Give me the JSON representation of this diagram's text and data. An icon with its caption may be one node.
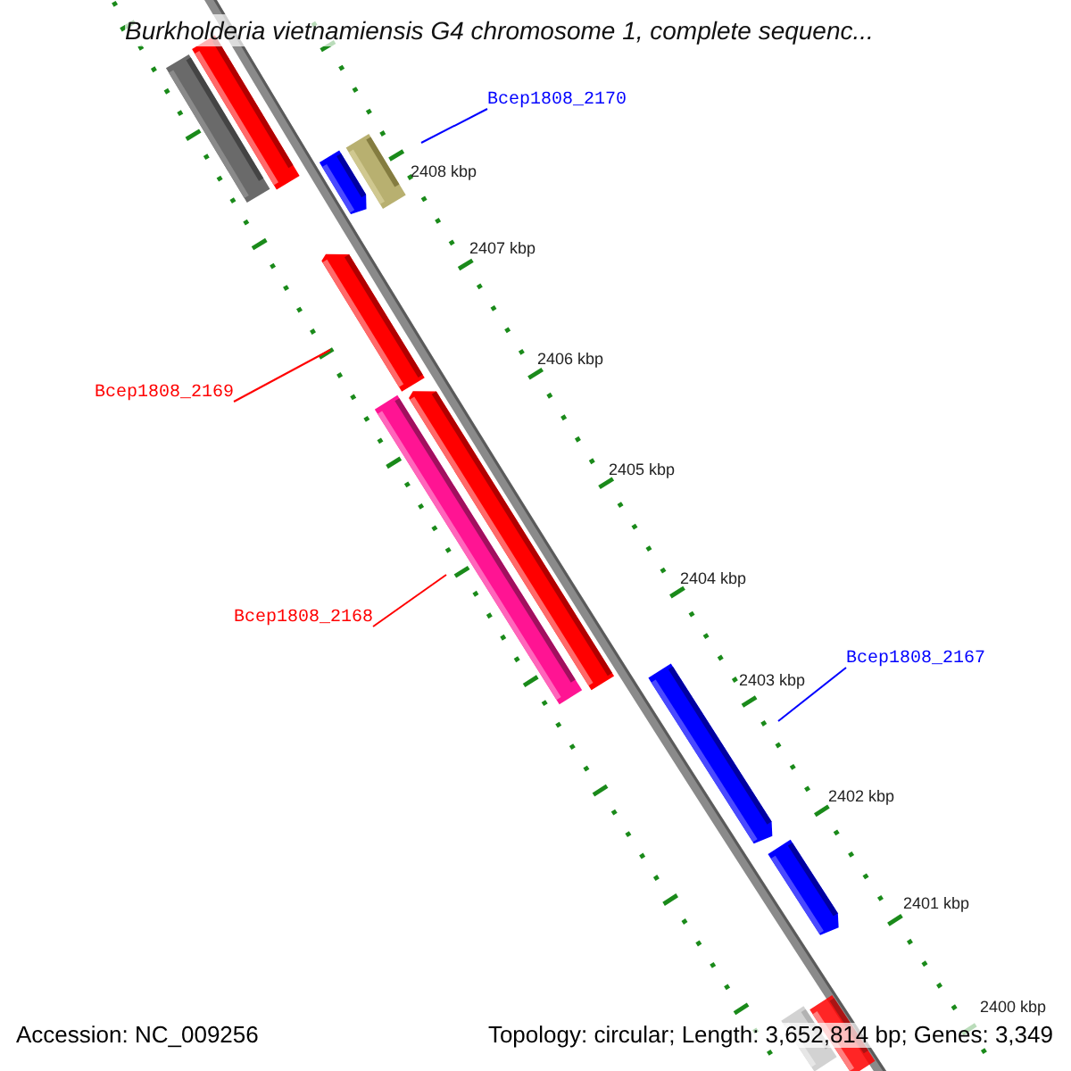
{
  "diagram": {
    "title": "Burkholderia vietnamiensis G4 chromosome 1, complete sequenc...",
    "nodes": [
      {
        "text": [
          "Bcep1808_2170"
        ]
      },
      {
        "text": [
          "Bcep1808_2169"
        ]
      },
      {
        "text": [
          "Bcep1808_2168"
        ]
      },
      {
        "text": [
          "Bcep1808_2167"
        ]
      }
    ],
    "edges": [
      {
        "from": 0,
        "to": null,
        "arrow": "none",
        "color": "#0000ff"
      },
      {
        "from": 1,
        "to": null,
        "arrow": "none",
        "color": "#ff0000"
      },
      {
        "from": 2,
        "to": null,
        "arrow": "none",
        "color": "#ff0000"
      },
      {
        "from": 3,
        "to": null,
        "arrow": "none",
        "color": "#0000ff"
      }
    ],
    "labels": [
      "2408 kbp",
      "2407 kbp",
      "2406 kbp",
      "2405 kbp",
      "2404 kbp",
      "2403 kbp",
      "2402 kbp",
      "2401 kbp",
      "2400 kbp",
      "Accession: NC_009256",
      "Topology: circular; Length: 3,652,814 bp; Genes: 3,349"
    ]
  }
}
